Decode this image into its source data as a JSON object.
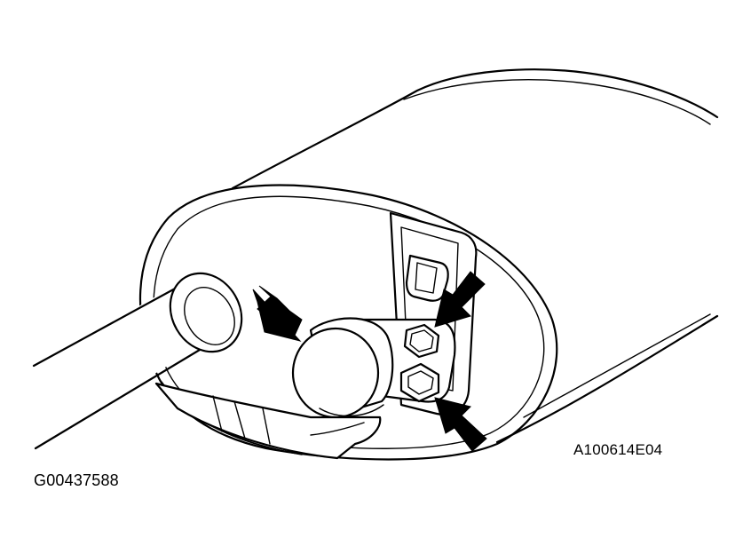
{
  "figure": {
    "figure_code": "A100614E04",
    "graphic_id": "G00437588"
  },
  "arrows": [
    {
      "name": "arrow-to-hanger-insulator",
      "color": "#000000"
    },
    {
      "name": "arrow-to-upper-bolt",
      "color": "#000000"
    },
    {
      "name": "arrow-to-lower-bolt",
      "color": "#000000"
    }
  ]
}
